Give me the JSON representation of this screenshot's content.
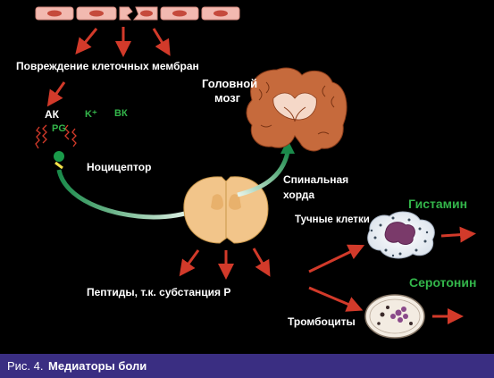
{
  "labels": {
    "membrane_damage": "Повреждение клеточных мембран",
    "brain_line1": "Головной",
    "brain_line2": "мозг",
    "ak": "АК",
    "k_plus": "K⁺",
    "bk": "ВК",
    "pg": "PG",
    "nociceptor": "Ноцицептор",
    "spinal_line1": "Спинальная",
    "spinal_line2": "хорда",
    "mast_cells": "Тучные клетки",
    "histamine": "Гистамин",
    "peptides": "Пептиды, т.к. субстанция Р",
    "serotonin": "Серотонин",
    "platelets": "Тромбоциты"
  },
  "caption": {
    "prefix": "Рис. 4.",
    "title": "Медиаторы боли"
  },
  "colors": {
    "background": "#000000",
    "arrow": "#d23a2a",
    "accent_green": "#33b54a",
    "caption_bar": "#3a2e82",
    "brain": "#c66a3c",
    "spinal_cord": "#f2c58a"
  }
}
